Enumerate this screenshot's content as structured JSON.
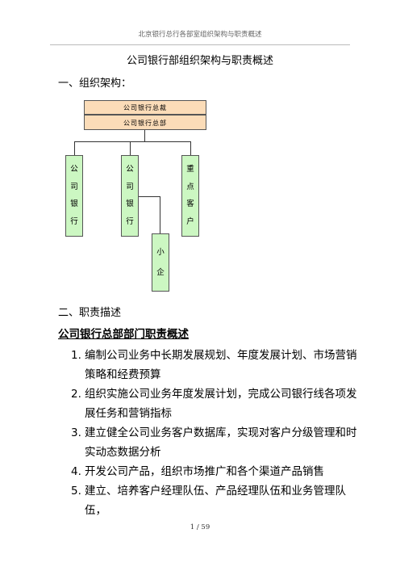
{
  "header": {
    "text": "北京银行总行各部室组织架构与职责概述"
  },
  "document": {
    "title": "公司银行部组织架构与职责概述",
    "section1": "一、组织架构：",
    "section2": "二、职责描述",
    "dept_heading": "公司银行总部部门职责概述"
  },
  "org_chart": {
    "top_box_1": "公司银行总裁",
    "top_box_2": "公司银行总部",
    "boxes": [
      {
        "chars": [
          "公",
          "司",
          "银",
          "行"
        ]
      },
      {
        "chars": [
          "公",
          "司",
          "银",
          "行"
        ]
      },
      {
        "chars": [
          "重",
          "点",
          "客",
          "户"
        ]
      },
      {
        "chars": [
          "小",
          "企"
        ]
      }
    ]
  },
  "duties": [
    {
      "num": "1.",
      "lines": [
        "编制公司业务中长期发展规划、年度发展计划、市场营销",
        "策略和经费预算"
      ]
    },
    {
      "num": "2.",
      "lines": [
        "组织实施公司业务年度发展计划，完成公司银行线各项发",
        "展任务和营销指标"
      ]
    },
    {
      "num": "3.",
      "lines": [
        "建立健全公司业务客户数据库，实现对客户分级管理和时",
        "实动态数据分析"
      ]
    },
    {
      "num": "4.",
      "lines": [
        "开发公司产品，组织市场推广和各个渠道产品销售"
      ]
    },
    {
      "num": "5.",
      "lines": [
        "建立、培养客户经理队伍、产品经理队伍和业务管理队伍，"
      ]
    }
  ],
  "footer": {
    "page": "1 / 59"
  }
}
